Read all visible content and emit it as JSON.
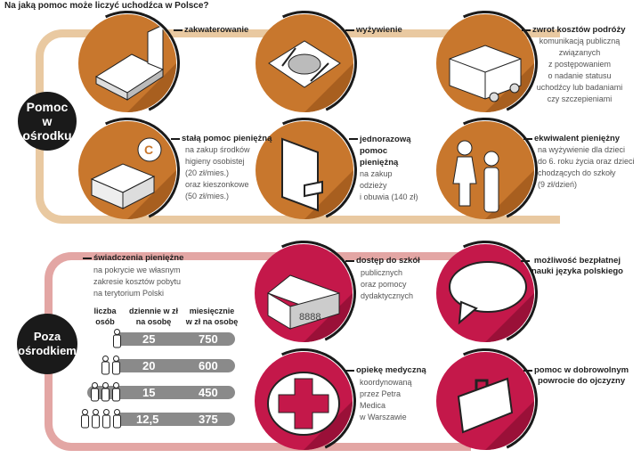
{
  "title": "Na jaką pomoc może liczyć uchodźca w Polsce?",
  "colors": {
    "orange": "#c8772d",
    "tan": "#e9c9a1",
    "red": "#c4184a",
    "pink": "#e3a6a4",
    "bar": "#8a8a8a"
  },
  "in_center": {
    "badge": [
      "Pomoc",
      "w ośrodku"
    ],
    "items": [
      {
        "label": "zakwaterowanie",
        "icon": "bed-icon"
      },
      {
        "label": "wyżywienie",
        "icon": "plate-icon"
      },
      {
        "label": "zwrot kosztów podróży",
        "icon": "bus-icon",
        "desc": [
          "komunikacją publiczną",
          "związanych",
          "z postępowaniem",
          "o nadanie statusu",
          "uchodźcy lub badaniami",
          "czy szczepieniami"
        ]
      },
      {
        "label": "stałą pomoc pieniężną",
        "icon": "money-stack-icon",
        "desc": [
          "na zakup środków",
          "higieny osobistej",
          "(20 zł/mies.)",
          "oraz kieszonkowe",
          "(50 zł/mies.)"
        ]
      },
      {
        "label": [
          "jednorazową",
          "pomoc",
          "pieniężną"
        ],
        "icon": "wallet-icon",
        "desc": [
          "na zakup",
          "odzieży",
          "i obuwia (140 zł)"
        ]
      },
      {
        "label": "ekwiwalent pieniężny",
        "icon": "children-icon",
        "desc": [
          "na wyżywienie dla dzieci",
          "do 6. roku życia oraz dzieci",
          "chodzących do szkoły",
          "(9 zł/dzień)"
        ]
      }
    ]
  },
  "outside": {
    "badge": [
      "Poza",
      "ośrodkiem"
    ],
    "benefits": {
      "label": "świadczenia pieniężne",
      "desc": [
        "na pokrycie we własnym",
        "zakresie kosztów pobytu",
        "na terytorium Polski"
      ],
      "headers": [
        [
          "liczba",
          "osób"
        ],
        [
          "dziennie w zł",
          "na osobę"
        ],
        [
          "miesięcznie",
          "w zł na osobę"
        ]
      ],
      "rows": [
        {
          "persons": 1,
          "daily": "25",
          "monthly": "750"
        },
        {
          "persons": 2,
          "daily": "20",
          "monthly": "600"
        },
        {
          "persons": 3,
          "daily": "15",
          "monthly": "450"
        },
        {
          "persons": 4,
          "daily": "12,5",
          "monthly": "375"
        }
      ]
    },
    "items": [
      {
        "label": "dostęp do szkół",
        "icon": "school-icon",
        "desc": [
          "publicznych",
          "oraz pomocy",
          "dydaktycznych"
        ]
      },
      {
        "label": [
          "możliwość bezpłatnej",
          "nauki języka polskiego"
        ],
        "icon": "speech-bubble-icon"
      },
      {
        "label": "opiekę medyczną",
        "icon": "medical-cross-icon",
        "desc": [
          "koordynowaną",
          "przez Petra",
          "Medica",
          "w Warszawie"
        ]
      },
      {
        "label": [
          "pomoc w dobrowolnym",
          "powrocie do ojczyzny"
        ],
        "icon": "suitcase-icon"
      }
    ]
  }
}
